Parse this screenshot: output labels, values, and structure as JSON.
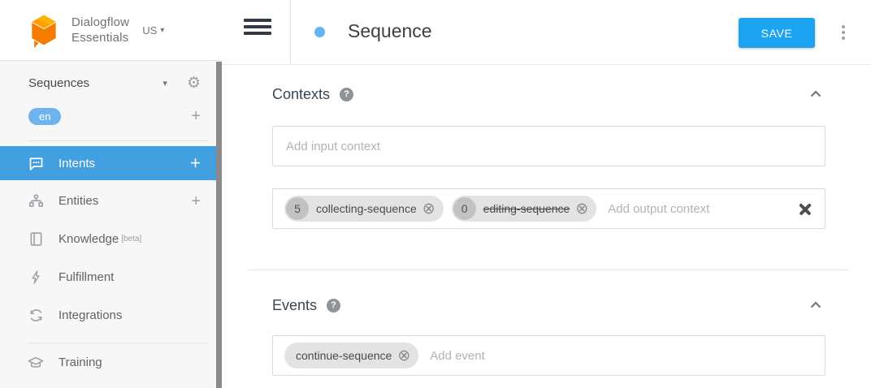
{
  "app": {
    "name_line1": "Dialogflow",
    "name_line2": "Essentials",
    "region": "US"
  },
  "sidebar": {
    "agent_name": "Sequences",
    "language_chip": "en",
    "items": [
      {
        "label": "Intents",
        "icon": "chat-bubble-icon",
        "selected": true,
        "has_add": true
      },
      {
        "label": "Entities",
        "icon": "entities-tree-icon",
        "selected": false,
        "has_add": true
      },
      {
        "label": "Knowledge",
        "icon": "book-icon",
        "badge": "[beta]"
      },
      {
        "label": "Fulfillment",
        "icon": "lightning-icon"
      },
      {
        "label": "Integrations",
        "icon": "sync-icon"
      },
      {
        "label": "Training",
        "icon": "graduation-cap-icon"
      }
    ]
  },
  "header": {
    "title": "Sequence",
    "save_label": "SAVE"
  },
  "contexts": {
    "title": "Contexts",
    "input_placeholder": "Add input context",
    "output_placeholder": "Add output context",
    "output_chips": [
      {
        "lifespan": "5",
        "name": "collecting-sequence",
        "strikethrough": false
      },
      {
        "lifespan": "0",
        "name": "editing-sequence",
        "strikethrough": true
      }
    ]
  },
  "events": {
    "title": "Events",
    "placeholder": "Add event",
    "chips": [
      {
        "name": "continue-sequence"
      }
    ]
  },
  "icons": {
    "question": "?",
    "caret_down": "▾",
    "gear": "⚙",
    "plus": "+",
    "remove": "⊗"
  },
  "colors": {
    "selected_item_bg": "#42a0e0",
    "save_button_bg": "#1ca4f3",
    "language_chip_bg": "#6db3ee",
    "intent_dot": "#64b5f6",
    "chip_bg": "#e3e3e3",
    "lifespan_circle_bg": "#c2c2c2",
    "logo_orange": "#f57c00"
  }
}
